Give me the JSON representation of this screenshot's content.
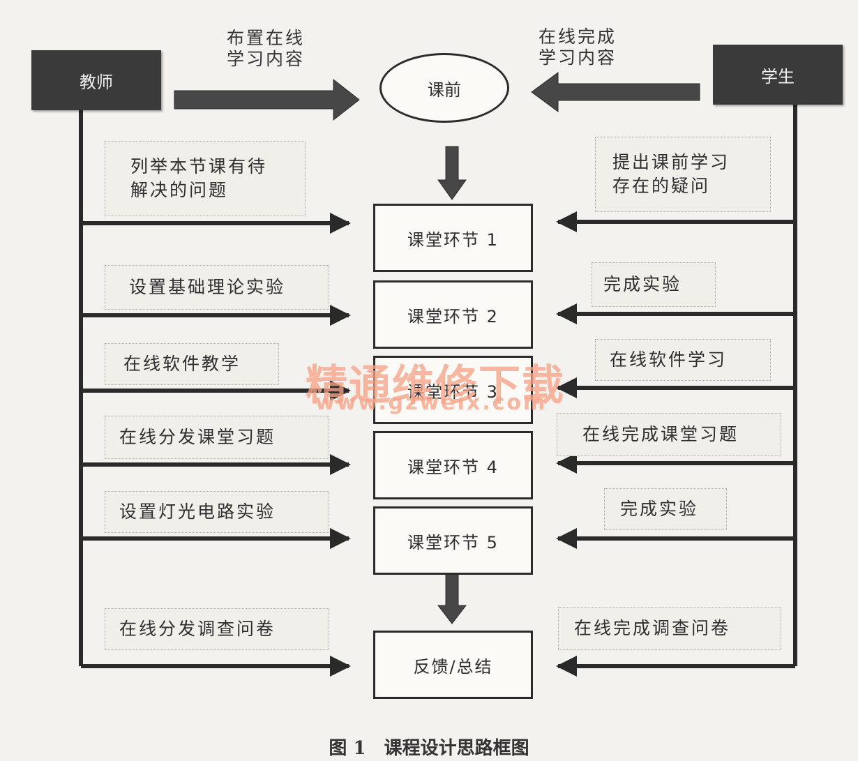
{
  "actors": {
    "teacher": "教师",
    "student": "学生"
  },
  "pre_class": {
    "label": "课前",
    "teacher_action": [
      "布置在线",
      "学习内容"
    ],
    "student_action": [
      "在线完成",
      "学习内容"
    ]
  },
  "stages": [
    {
      "label": "课堂环节 1",
      "teacher_note": [
        "列举本节课有待",
        "解决的问题"
      ],
      "student_note": [
        "提出课前学习",
        "存在的疑问"
      ]
    },
    {
      "label": "课堂环节 2",
      "teacher_note": [
        "设置基础理论实验"
      ],
      "student_note": [
        "完成实验"
      ]
    },
    {
      "label": "课堂环节 3",
      "teacher_note": [
        "在线软件教学"
      ],
      "student_note": [
        "在线软件学习"
      ]
    },
    {
      "label": "课堂环节 4",
      "teacher_note": [
        "在线分发课堂习题"
      ],
      "student_note": [
        "在线完成课堂习题"
      ]
    },
    {
      "label": "课堂环节 5",
      "teacher_note": [
        "设置灯光电路实验"
      ],
      "student_note": [
        "完成实验"
      ]
    },
    {
      "label": "反馈/总结",
      "teacher_note": [
        "在线分发调查问卷"
      ],
      "student_note": [
        "在线完成调查问卷"
      ]
    }
  ],
  "watermark": {
    "title": "精通维修下载",
    "url": "www.gzweix.com"
  },
  "caption": "图 1　课程设计思路框图"
}
